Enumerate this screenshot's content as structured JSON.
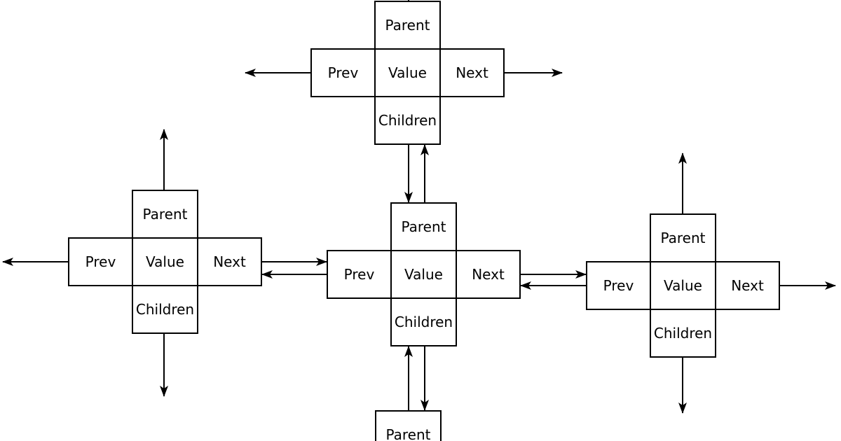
{
  "colors": {
    "background": "#ffffff",
    "stroke": "#000000",
    "text": "#000000",
    "box_fill": "#ffffff"
  },
  "diagram": {
    "node_count_visible": "5"
  },
  "nodes": [
    {
      "id": "top-node",
      "cells": {
        "parent": "Parent",
        "prev": "Prev",
        "value": "Value",
        "next": "Next",
        "children": "Children"
      }
    },
    {
      "id": "left-node",
      "cells": {
        "parent": "Parent",
        "prev": "Prev",
        "value": "Value",
        "next": "Next",
        "children": "Children"
      }
    },
    {
      "id": "center-node",
      "cells": {
        "parent": "Parent",
        "prev": "Prev",
        "value": "Value",
        "next": "Next",
        "children": "Children"
      }
    },
    {
      "id": "right-node",
      "cells": {
        "parent": "Parent",
        "prev": "Prev",
        "value": "Value",
        "next": "Next",
        "children": "Children"
      }
    },
    {
      "id": "bottom-node",
      "cells": {
        "parent": "Parent"
      }
    }
  ]
}
